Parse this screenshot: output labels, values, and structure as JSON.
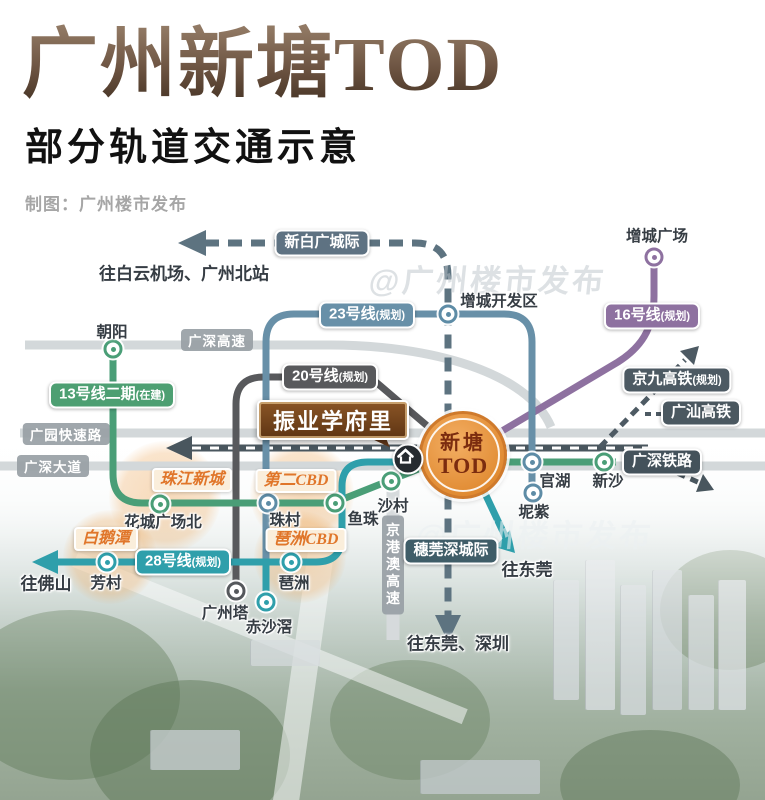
{
  "header": {
    "title": "广州新塘TOD",
    "subtitle": "部分轨道交通示意",
    "credit": "制图：广州楼市发布"
  },
  "watermark": {
    "text": "@广州楼市发布"
  },
  "map": {
    "tod": {
      "line1": "新塘",
      "line2": "TOD"
    },
    "project_label": "振业学府里",
    "line_badges": [
      {
        "label": "新白广城际",
        "suffix": "",
        "color": "#5e7282"
      },
      {
        "label": "23号线",
        "suffix": "(规划)",
        "color": "#6890a8"
      },
      {
        "label": "13号线二期",
        "suffix": "(在建)",
        "color": "#4d9f72"
      },
      {
        "label": "20号线",
        "suffix": "(规划)",
        "color": "#58595c"
      },
      {
        "label": "16号线",
        "suffix": "(规划)",
        "color": "#8e71a0"
      },
      {
        "label": "京九高铁",
        "suffix": "(规划)",
        "color": "#4d5a63"
      },
      {
        "label": "广汕高铁",
        "suffix": "",
        "color": "#4b5860"
      },
      {
        "label": "广深铁路",
        "suffix": "",
        "color": "#44525b"
      },
      {
        "label": "穗莞深城际",
        "suffix": "",
        "color": "#3f5d68"
      },
      {
        "label": "28号线",
        "suffix": "(规划)",
        "color": "#2f9fab"
      }
    ],
    "road_badges": [
      {
        "label": "广深高速"
      },
      {
        "label": "广园快速路"
      },
      {
        "label": "广深大道"
      },
      {
        "label": "京港澳高速"
      }
    ],
    "area_badges": [
      {
        "label": "珠江新城"
      },
      {
        "label": "第二CBD"
      },
      {
        "label": "琶洲CBD"
      },
      {
        "label": "白鹅潭"
      }
    ],
    "stations": [
      {
        "name": "朝阳",
        "line": "line13"
      },
      {
        "name": "增城广场",
        "line": "line16"
      },
      {
        "name": "增城开发区",
        "line": "line23"
      },
      {
        "name": "官湖",
        "line": "line23"
      },
      {
        "name": "新沙",
        "line": "line13"
      },
      {
        "name": "坭紫",
        "line": "line23"
      },
      {
        "name": "花城广场北",
        "line": "line13"
      },
      {
        "name": "珠村",
        "line": "line23"
      },
      {
        "name": "鱼珠",
        "line": "line13"
      },
      {
        "name": "沙村",
        "line": "line13"
      },
      {
        "name": "芳村",
        "line": "line28"
      },
      {
        "name": "琶洲",
        "line": "line28"
      },
      {
        "name": "赤沙滘",
        "line": "line28"
      },
      {
        "name": "广州塔",
        "line": "line20"
      }
    ],
    "destinations": [
      {
        "text": "往白云机场、广州北站"
      },
      {
        "text": "往佛山"
      },
      {
        "text": "往东莞"
      },
      {
        "text": "往东莞、深圳"
      }
    ],
    "colors": {
      "line13_green": "#4a9e77",
      "line23_blue": "#6890a8",
      "line28_teal": "#2f9fab",
      "line16_purple": "#8e71a0",
      "line20_gray": "#58595c",
      "intercity_slate": "#5d7380",
      "railway_dark": "#49565e",
      "road_gray": "#d3d8da",
      "area_text_orange": "#e0762a",
      "tod_orange": "#e08a31",
      "project_brown": "#6b3f1a"
    }
  }
}
